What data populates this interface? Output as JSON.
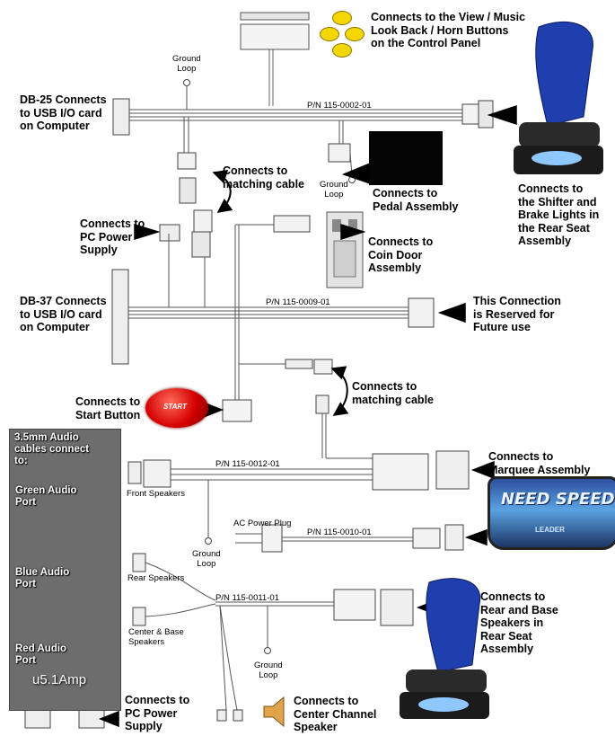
{
  "labels": {
    "view_music": "Connects to the View / Music\nLook Back / Horn Buttons\non the Control Panel",
    "db25": "DB-25 Connects\nto USB I/O card\non Computer",
    "shifter": "Connects to\nthe Shifter and\nBrake Lights in\nthe Rear Seat\nAssembly",
    "matching_1": "Connects to\nmatching cable",
    "pedal": "Connects to\nPedal Assembly",
    "pc_power_1": "Connects to\nPC Power\nSupply",
    "coin_door": "Connects to\nCoin Door\nAssembly",
    "db37": "DB-37 Connects\nto USB I/O card\non Computer",
    "reserved": "This Connection\nis Reserved for\nFuture use",
    "matching_2": "Connects to\nmatching cable",
    "start": "Connects to\nStart Button",
    "marquee": "Connects to\nMarquee Assembly",
    "rear_base": "Connects to\nRear and Base\nSpeakers in\nRear Seat\nAssembly",
    "pc_power_2": "Connects to\nPC Power\nSupply",
    "center_channel": "Connects to\nCenter Channel\nSpeaker"
  },
  "small_labels": {
    "ground_loop_1": "Ground\nLoop",
    "ground_loop_2": "Ground\nLoop",
    "ground_loop_3": "Ground\nLoop",
    "ground_loop_4": "Ground\nLoop",
    "front_speakers": "Front Speakers",
    "ac_power": "AC Power Plug",
    "rear_speakers": "Rear Speakers",
    "center_base": "Center & Base\nSpeakers"
  },
  "part_numbers": {
    "pn_0002": "P/N 115-0002-01",
    "pn_0009": "P/N 115-0009-01",
    "pn_0012": "P/N 115-0012-01",
    "pn_0010": "P/N 115-0010-01",
    "pn_0011": "P/N 115-0011-01"
  },
  "board": {
    "header": "3.5mm Audio\ncables connect\nto:",
    "green": "Green Audio\nPort",
    "blue": "Blue Audio\nPort",
    "red": "Red Audio\nPort",
    "amp": "u5.1Amp"
  },
  "images": {
    "start_button": "START",
    "marquee_title": "NEED SPEED",
    "marquee_sub": "LEADER"
  },
  "colors": {
    "seat_blue": "#1f3fae",
    "start_red": "#d40000",
    "button_yellow": "#f4d600"
  }
}
